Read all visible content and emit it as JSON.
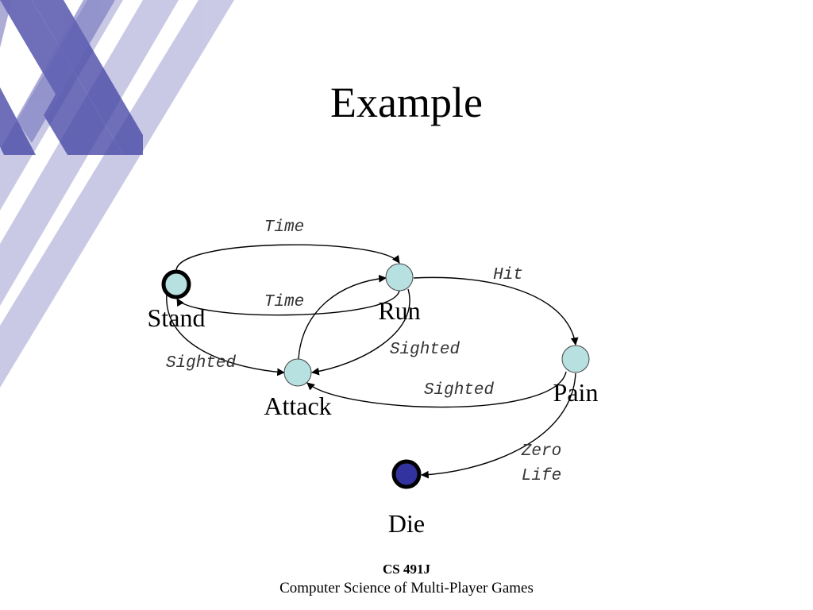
{
  "slide": {
    "title": "Example",
    "footer_course": "CS 491J",
    "footer_subtitle": "Computer Science of Multi-Player Games"
  },
  "colors": {
    "stripe_dark": "#4a4aa8",
    "stripe_light": "#b8b8dc",
    "state_fill": "#b7e0e0",
    "die_fill": "#3333a0",
    "edge": "#000000"
  },
  "diagram": {
    "states": [
      {
        "id": "stand",
        "label": "Stand",
        "start": true
      },
      {
        "id": "run",
        "label": "Run"
      },
      {
        "id": "attack",
        "label": "Attack"
      },
      {
        "id": "pain",
        "label": "Pain"
      },
      {
        "id": "die",
        "label": "Die",
        "final": true
      }
    ],
    "transitions": [
      {
        "from": "stand",
        "to": "run",
        "label": "Time"
      },
      {
        "from": "run",
        "to": "stand",
        "label": "Time"
      },
      {
        "from": "run",
        "to": "pain",
        "label": "Hit"
      },
      {
        "from": "stand",
        "to": "attack",
        "label": "Sighted"
      },
      {
        "from": "run",
        "to": "attack",
        "label": "Sighted"
      },
      {
        "from": "attack",
        "to": "run",
        "label": ""
      },
      {
        "from": "pain",
        "to": "attack",
        "label": "Sighted"
      },
      {
        "from": "pain",
        "to": "die",
        "label": "Zero Life",
        "label_lines": [
          "Zero",
          "Life"
        ]
      }
    ]
  }
}
